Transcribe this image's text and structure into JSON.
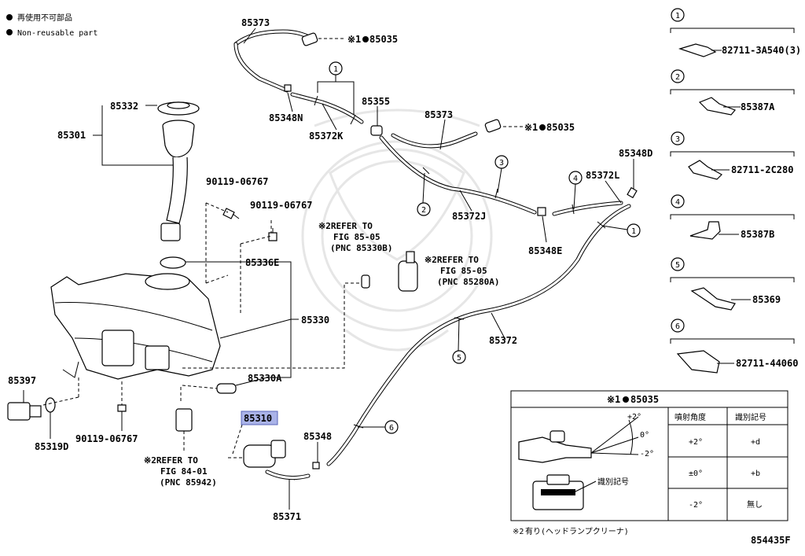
{
  "legend": {
    "jp": "再使用不可部品",
    "en": "Non-reusable part"
  },
  "diagram_code": "854435F",
  "parts": {
    "p85373_top": "85373",
    "p85373_mid": "85373",
    "p85035_a": "85035",
    "p85035_b": "85035",
    "p85332": "85332",
    "p85301": "85301",
    "p85348N": "85348N",
    "p85372K": "85372K",
    "p85355": "85355",
    "p85348D": "85348D",
    "p85372L": "85372L",
    "p85372J": "85372J",
    "p85348E": "85348E",
    "p90119_a": "90119-06767",
    "p90119_b": "90119-06767",
    "p90119_c": "90119-06767",
    "p85336E": "85336E",
    "p85330": "85330",
    "p85330A": "85330A",
    "p85397": "85397",
    "p85319D": "85319D",
    "p85310": "85310",
    "p85348": "85348",
    "p85372": "85372",
    "p85371": "85371"
  },
  "marks": {
    "ref1": "※1",
    "ref2": "※2"
  },
  "refs": {
    "a": [
      "REFER TO",
      "FIG 85-05",
      "(PNC 85330B)"
    ],
    "b": [
      "REFER TO",
      "FIG 85-05",
      "(PNC 85280A)"
    ],
    "c": [
      "REFER TO",
      "FIG 84-01",
      "(PNC 85942)"
    ]
  },
  "circles": {
    "c1": "1",
    "c2": "2",
    "c3": "3",
    "c4": "4",
    "c5": "5",
    "c6": "6"
  },
  "side_panel": [
    {
      "num": "1",
      "part": "82711-3A540(3)"
    },
    {
      "num": "2",
      "part": "85387A"
    },
    {
      "num": "3",
      "part": "82711-2C280"
    },
    {
      "num": "4",
      "part": "85387B"
    },
    {
      "num": "5",
      "part": "85369"
    },
    {
      "num": "6",
      "part": "82711-44060"
    }
  ],
  "table": {
    "title": "85035",
    "angles": [
      "+2°",
      "0°",
      "-2°"
    ],
    "id_label": "識別記号",
    "headers": [
      "噴射角度",
      "識別記号"
    ],
    "rows": [
      [
        "+2°",
        "+d"
      ],
      [
        "±0°",
        "+b"
      ],
      [
        "-2°",
        "無し"
      ]
    ]
  },
  "footnote": "有り(ヘッドランプクリーナ)",
  "colors": {
    "highlight": "#aab3e8",
    "ink": "#000000",
    "watermark": "#e6e6e6"
  }
}
